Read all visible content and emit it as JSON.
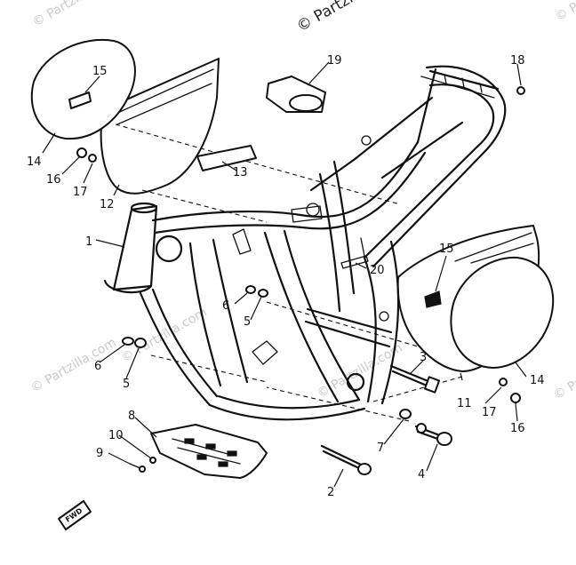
{
  "watermarks": {
    "top_right": "© Partzilla.com",
    "top_left": "© Partzilla.com",
    "top_far_right": "© Partzilla.com",
    "middle_left": "© Partzilla.com",
    "middle_center": "© Partzilla.com",
    "bottom_left": "© Partzilla.com",
    "bottom_right": "© Partzilla.com"
  },
  "direction_badge": "FWD",
  "callouts": {
    "c1": "1",
    "c2": "2",
    "c3": "3",
    "c4": "4",
    "c5a": "5",
    "c5b": "5",
    "c6a": "6",
    "c6b": "6",
    "c7": "7",
    "c8": "8",
    "c9": "9",
    "c10": "10",
    "c11": "11",
    "c12": "12",
    "c13": "13",
    "c14a": "14",
    "c14b": "14",
    "c15a": "15",
    "c15b": "15",
    "c16a": "16",
    "c16b": "16",
    "c17a": "17",
    "c17b": "17",
    "c18": "18",
    "c19": "19",
    "c20": "20"
  },
  "colors": {
    "ink": "#111111",
    "paper": "#ffffff",
    "watermark": "#c9c9c9"
  }
}
